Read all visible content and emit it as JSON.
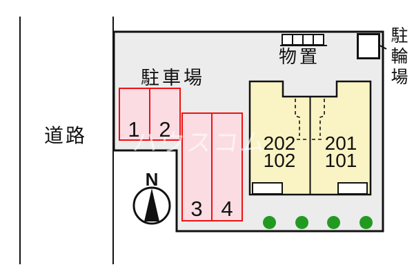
{
  "site_plan": {
    "road_label": "道路",
    "parking_label": "駐車場",
    "storage_label": "物置",
    "bicycle_label": "駐輪場",
    "compass_north": "N",
    "watermark": "ハウスコム",
    "parking_spaces": [
      "1",
      "2",
      "3",
      "4"
    ],
    "building_units": [
      {
        "upper": "202",
        "lower": "102"
      },
      {
        "upper": "201",
        "lower": "101"
      }
    ],
    "tree_count": 4,
    "colors": {
      "site_bg": "#ececec",
      "parking_fill": "#fbdce3",
      "parking_border": "#ee1111",
      "building_fill": "#faf3c3",
      "tree_green": "#229a22",
      "outline": "#1a1a1a"
    }
  }
}
